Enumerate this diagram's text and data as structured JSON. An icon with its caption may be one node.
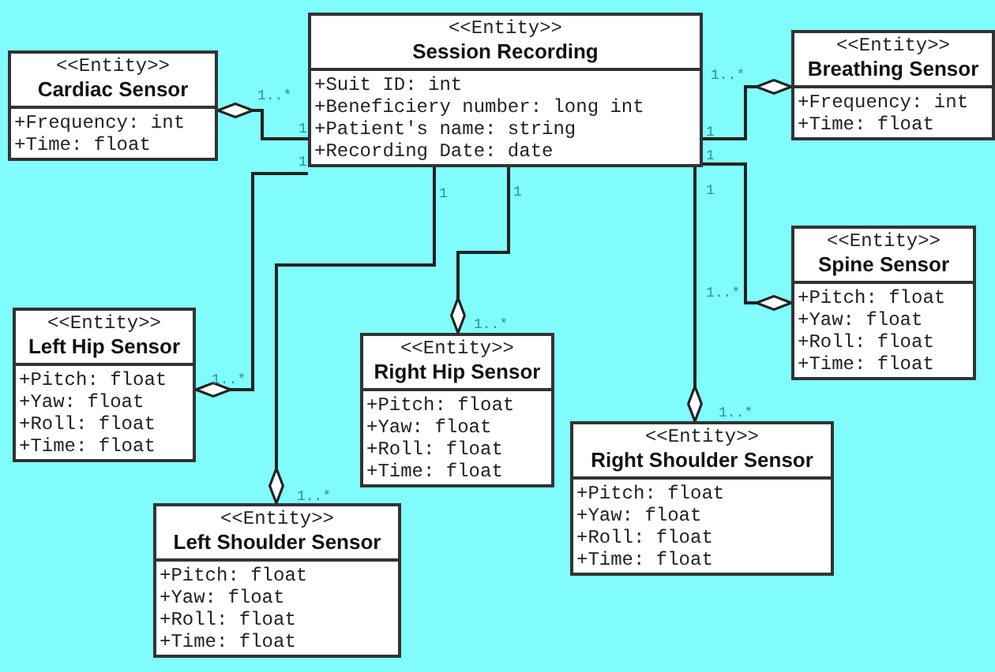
{
  "diagram": {
    "nodes": [
      {
        "text": [
          "<<Entity>>",
          "Cardiac Sensor",
          "+Frequency: int",
          "+Time: float"
        ]
      },
      {
        "text": [
          "<<Entity>>",
          "Session Recording",
          "+Suit ID: int",
          "+Beneficiery number: long int",
          "+Patient's name: string",
          "+Recording Date: date"
        ]
      },
      {
        "text": [
          "<<Entity>>",
          "Breathing Sensor",
          "+Frequency: int",
          "+Time: float"
        ]
      },
      {
        "text": [
          "<<Entity>>",
          "Spine Sensor",
          "+Pitch: float",
          "+Yaw: float",
          "+Roll: float",
          "+Time: float"
        ]
      },
      {
        "text": [
          "<<Entity>>",
          "Left Hip Sensor",
          "+Pitch: float",
          "+Yaw: float",
          "+Roll: float",
          "+Time: float"
        ]
      },
      {
        "text": [
          "<<Entity>>",
          "Right Hip Sensor",
          "+Pitch: float",
          "+Yaw: float",
          "+Roll: float",
          "+Time: float"
        ]
      },
      {
        "text": [
          "<<Entity>>",
          "Right Shoulder Sensor",
          "+Pitch: float",
          "+Yaw: float",
          "+Roll: float",
          "+Time: float"
        ]
      },
      {
        "text": [
          "<<Entity>>",
          "Left Shoulder Sensor",
          "+Pitch: float",
          "+Yaw: float",
          "+Roll: float",
          "+Time: float"
        ]
      }
    ],
    "edges": [
      {
        "from": 1,
        "to": 0,
        "arrow": "other"
      },
      {
        "from": 1,
        "to": 2,
        "arrow": "other"
      },
      {
        "from": 1,
        "to": 3,
        "arrow": "other"
      },
      {
        "from": 1,
        "to": 4,
        "arrow": "other"
      },
      {
        "from": 1,
        "to": 5,
        "arrow": "other"
      },
      {
        "from": 1,
        "to": 6,
        "arrow": "other"
      },
      {
        "from": 1,
        "to": 7,
        "arrow": "other"
      }
    ],
    "labels": [
      "1..*",
      "1..*",
      "1",
      "1",
      "1",
      "1",
      "1",
      "1",
      "1",
      "1..*",
      "1..*",
      "1..*",
      "1..*",
      "1..*"
    ]
  }
}
